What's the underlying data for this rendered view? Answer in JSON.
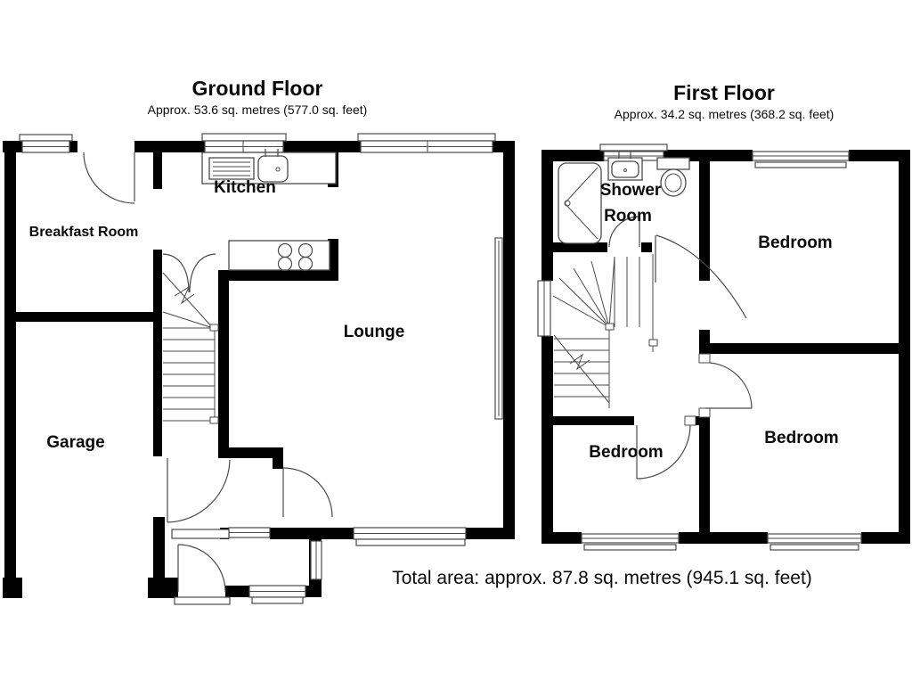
{
  "ground_floor": {
    "title": "Ground Floor",
    "area": "Approx. 53.6 sq. metres (577.0 sq. feet)",
    "rooms": {
      "kitchen": "Kitchen",
      "breakfast": "Breakfast Room",
      "lounge": "Lounge",
      "garage": "Garage"
    }
  },
  "first_floor": {
    "title": "First Floor",
    "area": "Approx. 34.2 sq. metres (368.2 sq. feet)",
    "rooms": {
      "shower_line1": "Shower",
      "shower_line2": "Room",
      "bedroom_top": "Bedroom",
      "bedroom_bottom_left": "Bedroom",
      "bedroom_bottom_right": "Bedroom"
    }
  },
  "footer": {
    "total_area": "Total area: approx. 87.8 sq. metres (945.1 sq. feet)"
  },
  "colors": {
    "wall": "#000000",
    "line": "#4a4a4a",
    "background": "#ffffff",
    "text": "#0a0a0a"
  }
}
